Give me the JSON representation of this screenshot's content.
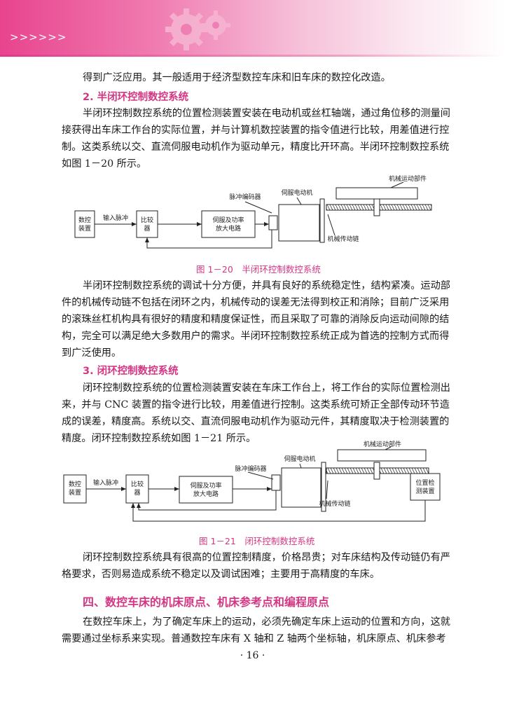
{
  "header": {
    "chevrons": ">>>>>>"
  },
  "paragraphs": {
    "p0": [
      "得到广泛应用。其一般适用于经济型数控车床和旧车床的数控化改造。"
    ],
    "p1": [
      "半闭环控制数控系统的位置检测装置安装在电动机或丝杠轴端，通过角位移的测量间",
      "接获得出车床工作台的实际位置，并与计算机数控装置的指令值进行比较，用差值进行控",
      "制。这类系统以交、直流伺服电动机作为驱动单元，精度比开环高。半闭环控制数控系统",
      "如图 1－20 所示。"
    ],
    "p2": [
      "半闭环控制数控系统的调试十分方便，并具有良好的系统稳定性，结构紧凑。运动部",
      "件的机械传动链不包括在闭环之内，机械传动的误差无法得到校正和消除；目前广泛采用",
      "的滚珠丝杠机构具有很好的精度和精度保证性，而且采取了可靠的消除反向运动间隙的结",
      "构，完全可以满足绝大多数用户的需求。半闭环控制数控系统正成为首选的控制方式而得",
      "到广泛使用。"
    ],
    "p3": [
      "闭环控制数控系统的位置检测装置安装在车床工作台上，将工作台的实际位置检测出",
      "来，并与 CNC 装置的指令进行比较，用差值进行控制。这类系统可矫正全部传动环节造",
      "成的误差，精度高。系统以交、直流伺服电动机作为驱动元件，其精度取决于检测装置的",
      "精度。闭环控制数控系统如图 1－21 所示。"
    ],
    "p4": [
      "闭环控制数控系统具有很高的位置控制精度，价格昂贵；对车床结构及传动链仍有严",
      "格要求，否则易造成系统不稳定以及调试困难；主要用于高精度的车床。"
    ],
    "p5": [
      "在数控车床上，为了确定车床上的运动，必须先确定车床上运动的位置和方向，这就",
      "需要通过坐标系来实现。普通数控车床有 X 轴和 Z 轴两个坐标轴，机床原点、机床参考"
    ]
  },
  "headings": {
    "h2": "2. 半闭环控制数控系统",
    "h3": "3. 闭环控制数控系统",
    "section4": "四、数控车床的机床原点、机床参考点和编程原点"
  },
  "figure20": {
    "caption": "图 1－20　半闭环控制数控系统",
    "labels": {
      "nc_line1": "数控",
      "nc_line2": "装置",
      "input": "输入脉冲",
      "cmp_line1": "比较",
      "cmp_line2": "器",
      "amp_line1": "伺服及功率",
      "amp_line2": "放大电路",
      "encoder": "脉冲编码器",
      "motor": "伺服电动机",
      "moving": "机械运动部件",
      "chain": "机械传动链"
    }
  },
  "figure21": {
    "caption": "图 1－21　闭环控制数控系统",
    "labels": {
      "nc_line1": "数控",
      "nc_line2": "装置",
      "input": "输入脉冲",
      "cmp_line1": "比较",
      "cmp_line2": "器",
      "amp_line1": "伺服及功率",
      "amp_line2": "放大电路",
      "encoder": "脉冲编码器",
      "motor": "伺服电动机",
      "moving": "机械运动部件",
      "chain": "机械传动链",
      "det_line1": "位置检",
      "det_line2": "测装置"
    }
  },
  "page_number": "· 16 ·"
}
